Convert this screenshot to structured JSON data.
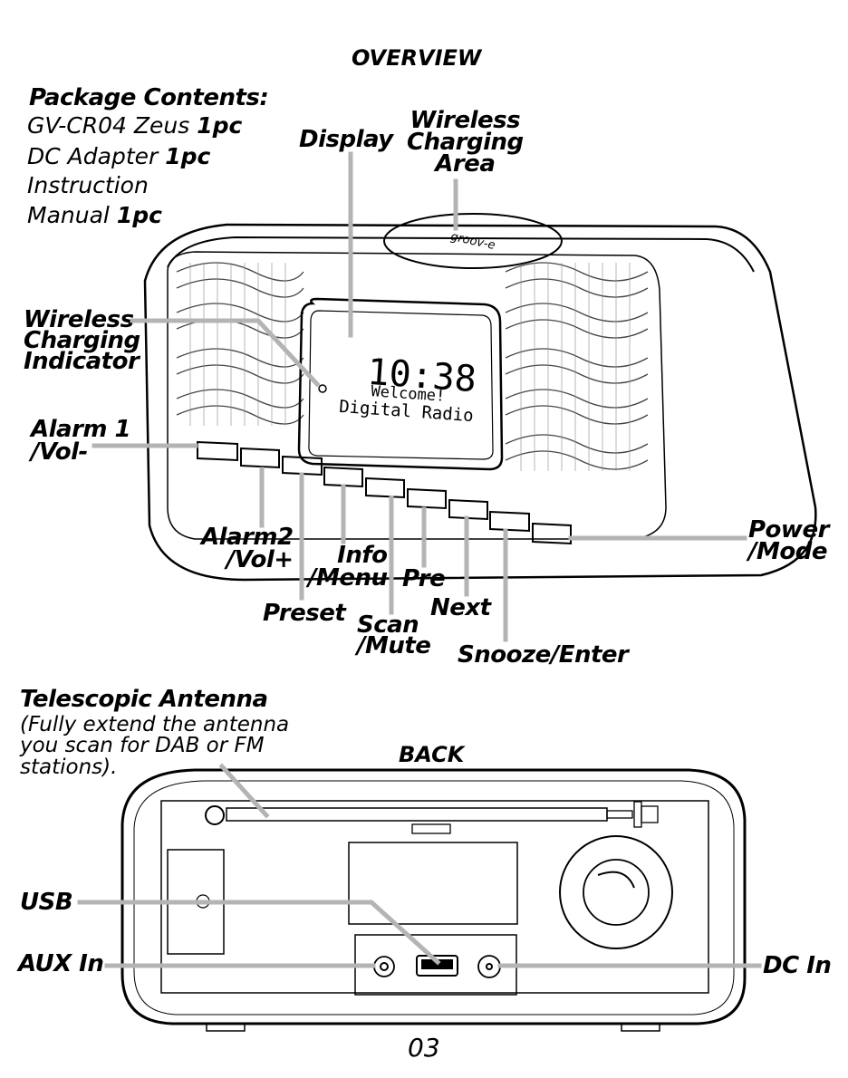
{
  "overview": {
    "title": "OVERVIEW"
  },
  "package": {
    "heading": "Package Contents:",
    "items": [
      {
        "name": "GV-CR04 Zeus",
        "qty": "1pc"
      },
      {
        "name": "DC Adapter",
        "qty": "1pc"
      },
      {
        "name": "Instruction",
        "qty": ""
      },
      {
        "name": "Manual",
        "qty": "1pc"
      }
    ]
  },
  "front_labels": {
    "display": "Display",
    "wireless_area": [
      "Wireless",
      "Charging",
      "Area"
    ],
    "wireless_indicator": [
      "Wireless",
      "Charging",
      "Indicator"
    ],
    "alarm1": [
      "Alarm 1",
      "/Vol-"
    ],
    "alarm2": [
      "Alarm2",
      "/Vol+"
    ],
    "preset": "Preset",
    "info": [
      "Info",
      "/Menu"
    ],
    "scan": [
      "Scan",
      "/Mute"
    ],
    "pre": "Pre",
    "next": "Next",
    "snooze": "Snooze/Enter",
    "power": [
      "Power",
      "/Mode"
    ]
  },
  "lcd": {
    "time": "10:38",
    "line1": "Welcome!",
    "line2": "Digital Radio"
  },
  "pad_logo": "groov-e",
  "antenna": {
    "title": "Telescopic Antenna",
    "note": [
      "(Fully extend the antenna",
      "you scan for DAB or FM",
      "stations)."
    ]
  },
  "back": {
    "title": "BACK",
    "usb": "USB",
    "aux": "AUX In",
    "dc": "DC In"
  },
  "page_number": "03"
}
